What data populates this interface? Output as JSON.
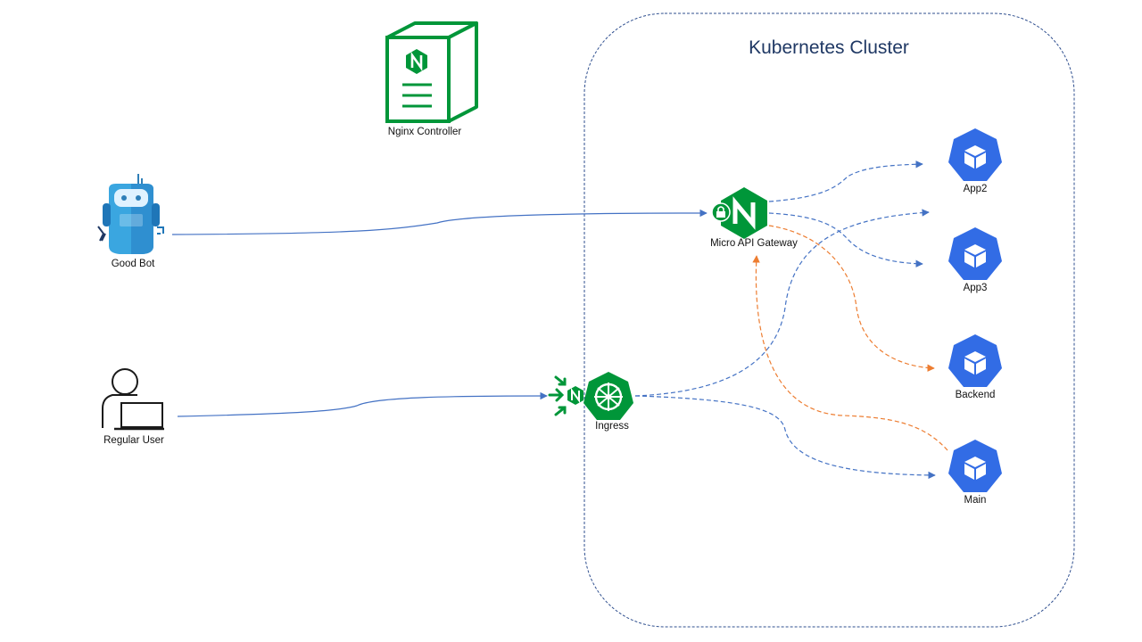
{
  "cluster": {
    "title": "Kubernetes Cluster"
  },
  "nodes": {
    "nginx_controller": {
      "label": "Nginx Controller",
      "icon": "nginx-server-icon"
    },
    "good_bot": {
      "label": "Good Bot",
      "icon": "robot-icon"
    },
    "regular_user": {
      "label": "Regular User",
      "icon": "user-laptop-icon"
    },
    "ingress": {
      "label": "Ingress",
      "icon": "kubernetes-wheel-icon"
    },
    "micro_api_gateway": {
      "label": "Micro API Gateway",
      "icon": "nginx-lock-icon"
    },
    "app2": {
      "label": "App2",
      "icon": "kubernetes-pod-icon"
    },
    "app3": {
      "label": "App3",
      "icon": "kubernetes-pod-icon"
    },
    "backend": {
      "label": "Backend",
      "icon": "kubernetes-pod-icon"
    },
    "main": {
      "label": "Main",
      "icon": "kubernetes-pod-icon"
    }
  },
  "edges": [
    {
      "from": "good_bot",
      "to": "micro_api_gateway",
      "style": "solid",
      "color": "#4472c4"
    },
    {
      "from": "regular_user",
      "to": "ingress",
      "style": "solid",
      "color": "#4472c4"
    },
    {
      "from": "micro_api_gateway",
      "to": "app2",
      "style": "dashed",
      "color": "#4472c4"
    },
    {
      "from": "micro_api_gateway",
      "to": "app3",
      "style": "dashed",
      "color": "#4472c4"
    },
    {
      "from": "micro_api_gateway",
      "to": "backend",
      "style": "dashed",
      "color": "#ed7d31"
    },
    {
      "from": "ingress",
      "to": "app2",
      "style": "dashed",
      "color": "#4472c4"
    },
    {
      "from": "ingress",
      "to": "main",
      "style": "dashed",
      "color": "#4472c4"
    },
    {
      "from": "main",
      "to": "micro_api_gateway",
      "style": "dashed",
      "color": "#ed7d31"
    }
  ],
  "colors": {
    "nginx_green": "#009639",
    "k8s_blue": "#326ce5",
    "edge_blue": "#4472c4",
    "edge_orange": "#ed7d31",
    "cluster_border": "#2f4f8f",
    "robot_blue": "#3aa6e0"
  }
}
